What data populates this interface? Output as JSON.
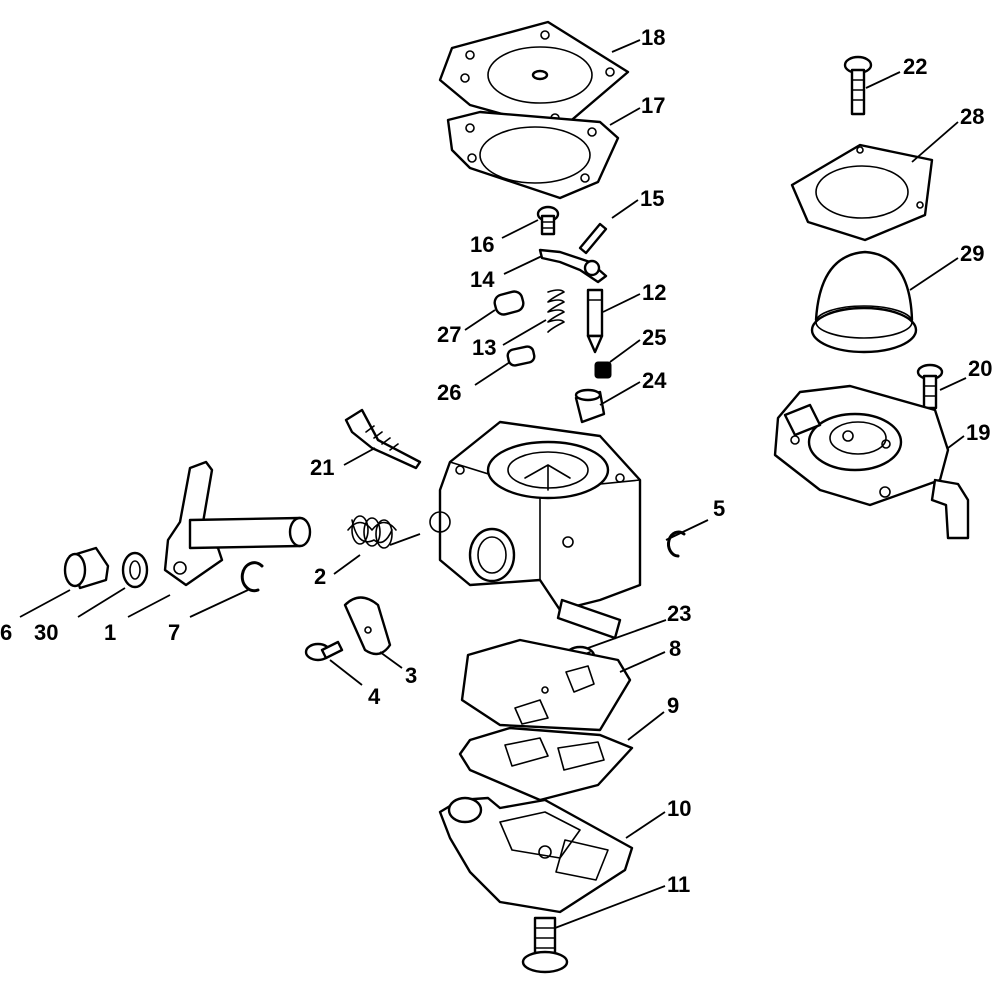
{
  "diagram": {
    "colors": {
      "ink": "#000000",
      "paper": "#ffffff"
    },
    "callouts": {
      "c1": "1",
      "c2": "2",
      "c3": "3",
      "c4": "4",
      "c5": "5",
      "c6": "6",
      "c7": "7",
      "c8": "8",
      "c9": "9",
      "c10": "10",
      "c11": "11",
      "c12": "12",
      "c13": "13",
      "c14": "14",
      "c15": "15",
      "c16": "16",
      "c17": "17",
      "c18": "18",
      "c19": "19",
      "c20": "20",
      "c21": "21",
      "c22": "22",
      "c23": "23",
      "c24": "24",
      "c25": "25",
      "c26": "26",
      "c27": "27",
      "c28": "28",
      "c29": "29",
      "c30": "30"
    }
  }
}
